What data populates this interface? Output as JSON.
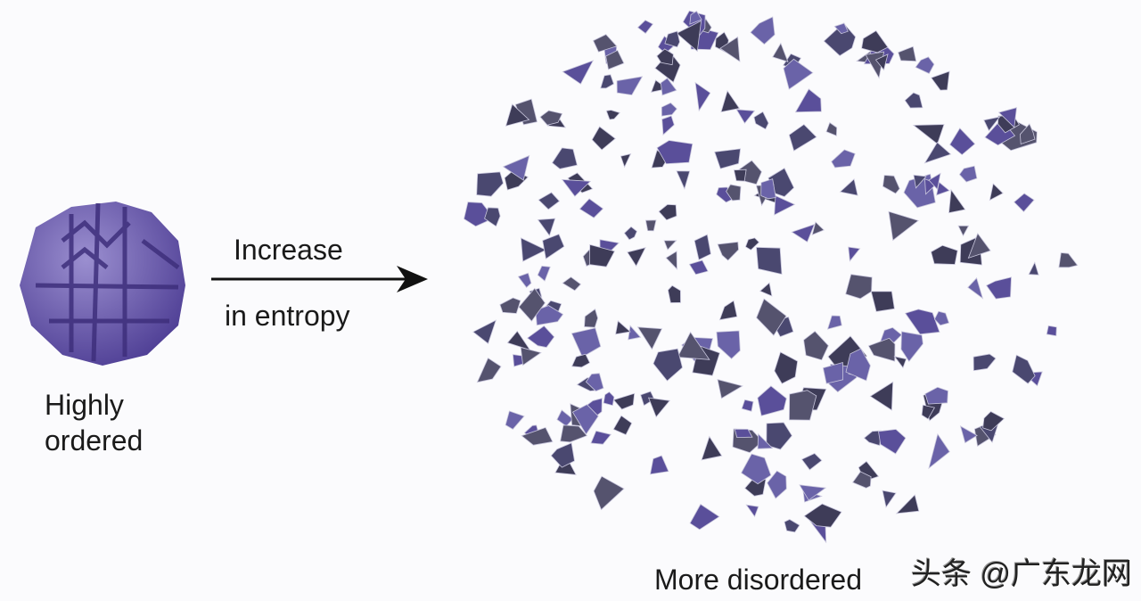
{
  "left_label": {
    "line1": "Highly",
    "line2": "ordered"
  },
  "arrow_label": {
    "line1": "Increase",
    "line2": "in entropy"
  },
  "right_label": "More disordered",
  "watermark": "头条 @广东龙网",
  "colors": {
    "shard_dark": "#4a4870",
    "shard_purple": "#5a4f9a",
    "sphere": "#6a5aa8",
    "text": "#1a1a1a"
  }
}
